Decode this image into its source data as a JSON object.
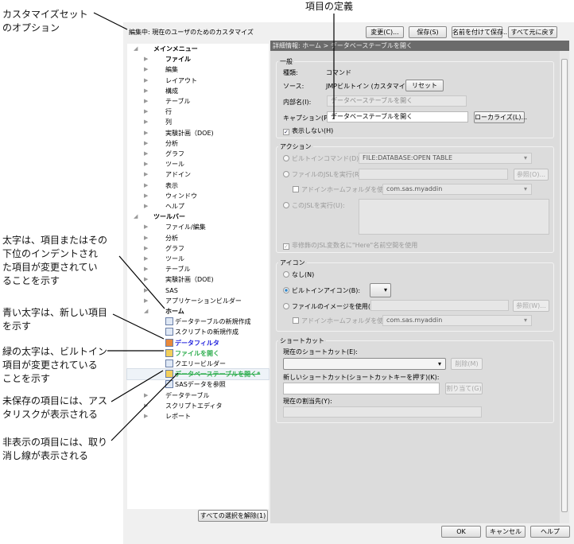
{
  "annotations": {
    "customize_set": [
      "カスタマイズセット",
      "のオプション"
    ],
    "item_definition": "項目の定義",
    "bold": [
      "太字は、項目またはその",
      "下位のインデントされ",
      "た項目が変更されてい",
      "ることを示す"
    ],
    "blue_bold": [
      "青い太字は、新しい項目",
      "を示す"
    ],
    "green_bold": [
      "緑の太字は、ビルトイン",
      "項目が変更されている",
      "ことを示す"
    ],
    "asterisk": [
      "未保存の項目には、アス",
      "タリスクが表示される"
    ],
    "strikethrough": [
      "非表示の項目には、取り",
      "消し線が表示される"
    ]
  },
  "toolbar": {
    "editing_label": "編集中:",
    "editing_value": "現在のユーザのためのカスタマイズ",
    "change": "変更(C)...",
    "save": "保存(S)",
    "save_as": "名前を付けて保存...",
    "revert_all": "すべて元に戻す"
  },
  "tree": [
    {
      "label": "メインメニュー",
      "level": 0,
      "style": "bold",
      "expanded": true
    },
    {
      "label": "ファイル",
      "level": 1,
      "style": "bold"
    },
    {
      "label": "編集",
      "level": 1
    },
    {
      "label": "レイアウト",
      "level": 1
    },
    {
      "label": "構成",
      "level": 1
    },
    {
      "label": "テーブル",
      "level": 1
    },
    {
      "label": "行",
      "level": 1
    },
    {
      "label": "列",
      "level": 1
    },
    {
      "label": "実験計画（DOE)",
      "level": 1
    },
    {
      "label": "分析",
      "level": 1
    },
    {
      "label": "グラフ",
      "level": 1
    },
    {
      "label": "ツール",
      "level": 1
    },
    {
      "label": "アドイン",
      "level": 1
    },
    {
      "label": "表示",
      "level": 1
    },
    {
      "label": "ウィンドウ",
      "level": 1
    },
    {
      "label": "ヘルプ",
      "level": 1
    },
    {
      "label": "ツールバー",
      "level": 0,
      "style": "bold",
      "expanded": true
    },
    {
      "label": "ファイル/編集",
      "level": 1
    },
    {
      "label": "分析",
      "level": 1
    },
    {
      "label": "グラフ",
      "level": 1
    },
    {
      "label": "ツール",
      "level": 1
    },
    {
      "label": "テーブル",
      "level": 1
    },
    {
      "label": "実験計画（DOE)",
      "level": 1
    },
    {
      "label": "SAS",
      "level": 1
    },
    {
      "label": "アプリケーションビルダー",
      "level": 1
    },
    {
      "label": "ホーム",
      "level": 1,
      "style": "bold",
      "expanded": true
    },
    {
      "label": "データテーブルの新規作成",
      "level": 2,
      "icon": "new-table-icon"
    },
    {
      "label": "スクリプトの新規作成",
      "level": 2,
      "icon": "new-script-icon"
    },
    {
      "label": "データフィルタ",
      "level": 2,
      "style": "blue",
      "icon": "data-filter-icon"
    },
    {
      "label": "ファイルを開く",
      "level": 2,
      "style": "green",
      "icon": "open-folder-icon"
    },
    {
      "label": "クエリービルダー",
      "level": 2,
      "icon": "query-builder-icon"
    },
    {
      "label": "データベーステーブルを開く*",
      "level": 2,
      "style": "green-strike",
      "icon": "open-database-icon",
      "selected": true
    },
    {
      "label": "SASデータを参照",
      "level": 2,
      "icon": "sas-data-icon"
    },
    {
      "label": "データテーブル",
      "level": 1
    },
    {
      "label": "スクリプトエディタ",
      "level": 1
    },
    {
      "label": "レポート",
      "level": 1
    }
  ],
  "clear_selection": "すべての選択を解除(1)",
  "details": {
    "header": "詳細情報: ホーム > データベーステーブルを開く",
    "general": {
      "title": "一般",
      "type_label": "種類:",
      "type_value": "コマンド",
      "source_label": "ソース:",
      "source_value": "JMPビルトイン (カスタマイズ)",
      "reset": "リセット",
      "internal_label": "内部名(I):",
      "internal_value": "データベーステーブルを開く",
      "caption_label": "キャプション(P):",
      "caption_value": "データベーステーブルを開く",
      "localize": "ローカライズ(L)...",
      "hide_label": "表示しない(H)",
      "hide_checked": true
    },
    "action": {
      "title": "アクション",
      "builtin_label": "ビルトインコマンド(D):",
      "builtin_value": "FILE:DATABASE:OPEN TABLE",
      "file_jsl_label": "ファイルのJSLを実行(R):",
      "browse": "参照(O)...",
      "addin_label": "アドインホームフォルダを使用:",
      "addin_value": "com.sas.myaddin",
      "this_jsl_label": "このJSLを実行(U):",
      "here_label": "非修飾のJSL変数名に\"Here\"名前空間を使用"
    },
    "icon": {
      "title": "アイコン",
      "none_label": "なし(N)",
      "builtin_label": "ビルトインアイコン(B):",
      "file_label": "ファイルのイメージを使用(F):",
      "browse": "参照(W)...",
      "addin_label": "アドインホームフォルダを使用:",
      "addin_value": "com.sas.myaddin"
    },
    "shortcut": {
      "title": "ショートカット",
      "current_label": "現在のショートカット(E):",
      "delete": "削除(M)",
      "new_label": "新しいショートカット(ショートカットキーを押す)(K):",
      "assign": "割り当て(G)",
      "assigned_label": "現在の割当先(Y):"
    }
  },
  "footer": {
    "ok": "OK",
    "cancel": "キャンセル",
    "help": "ヘルプ"
  },
  "colors": {
    "blue_item": "#2222dd",
    "green_item": "#2fae4f",
    "header_bar": "#6b6b6b"
  }
}
